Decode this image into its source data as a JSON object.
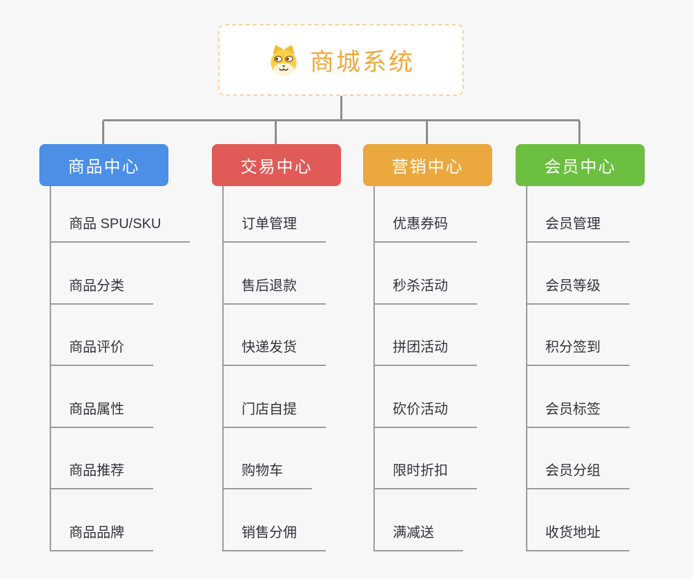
{
  "root": {
    "title": "商城系统",
    "icon": "dog-face-icon"
  },
  "branches": [
    {
      "label": "商品中心",
      "color": "#4b8fe6",
      "items": [
        "商品 SPU/SKU",
        "商品分类",
        "商品评价",
        "商品属性",
        "商品推荐",
        "商品品牌"
      ]
    },
    {
      "label": "交易中心",
      "color": "#e05a57",
      "items": [
        "订单管理",
        "售后退款",
        "快递发货",
        "门店自提",
        "购物车",
        "销售分佣"
      ]
    },
    {
      "label": "营销中心",
      "color": "#eaa83f",
      "items": [
        "优惠券码",
        "秒杀活动",
        "拼团活动",
        "砍价活动",
        "限时折扣",
        "满减送"
      ]
    },
    {
      "label": "会员中心",
      "color": "#6cbf40",
      "items": [
        "会员管理",
        "会员等级",
        "积分签到",
        "会员标签",
        "会员分组",
        "收货地址"
      ]
    }
  ],
  "colors": {
    "background": "#f7f7f7",
    "connector_line": "#8d8d8d",
    "leaf_line": "#9b9b9b",
    "root_accent": "#efa83c",
    "root_border": "#f6d59a"
  }
}
